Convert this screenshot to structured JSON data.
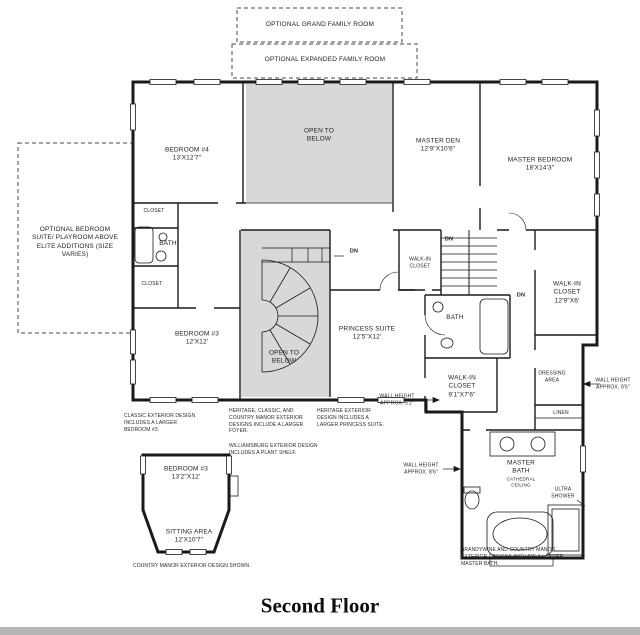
{
  "page": {
    "title": "Second Floor"
  },
  "optional_areas": {
    "grand_family_room": "OPTIONAL GRAND FAMILY ROOM",
    "expanded_family_room": "OPTIONAL EXPANDED FAMILY ROOM",
    "bedroom_suite": "OPTIONAL BEDROOM SUITE/ PLAYROOM ABOVE ELITE ADDITIONS (SIZE VARIES)"
  },
  "rooms": {
    "open_to_below_top": "OPEN TO BELOW",
    "open_to_below_mid": "OPEN TO BELOW",
    "bedroom4": {
      "name": "BEDROOM #4",
      "dims": "13'X12'7\""
    },
    "master_den": {
      "name": "MASTER DEN",
      "dims": "12'9\"X10'6\""
    },
    "master_bedroom": {
      "name": "MASTER BEDROOM",
      "dims": "18'X14'3\""
    },
    "bedroom3": {
      "name": "BEDROOM #3",
      "dims": "12'X12'"
    },
    "princess_suite": {
      "name": "PRINCESS SUITE",
      "dims": "12'5\"X12'"
    },
    "bath_left": "BATH",
    "bath_mid": "BATH",
    "closet_upper": "CLOSET",
    "closet_lower": "CLOSET",
    "walkin_mid": "WALK-IN CLOSET",
    "walkin_right": {
      "name": "WALK-IN CLOSET",
      "dims": "12'9\"X6'"
    },
    "walkin_lower": {
      "name": "WALK-IN CLOSET",
      "dims": "9'1\"X7'6\""
    },
    "dressing_area": "DRESSING AREA",
    "linen": "LINEN",
    "master_bath": {
      "name": "MASTER BATH",
      "ceiling": "CATHEDRAL CEILING"
    },
    "ultra_shower": "ULTRA SHOWER",
    "bedroom3_inset": {
      "name": "BEDROOM #3",
      "dims": "13'2\"X12'"
    },
    "sitting_area": {
      "name": "SITTING AREA",
      "dims": "12'X10'7\""
    }
  },
  "stairs": {
    "dn_upper": "DN",
    "dn_mid": "DN",
    "dn_right": "DN"
  },
  "wall_heights": {
    "h52": "WALL HEIGHT APPROX. 5'2\"",
    "h85": "WALL HEIGHT APPROX. 8'5\"",
    "h86": "WALL HEIGHT APPROX. 8'6\""
  },
  "notes": {
    "classic": "CLASSIC EXTERIOR DESIGN INCLUDES A LARGER BEDROOM #3.",
    "heritage_foyer": "HERITAGE, CLASSIC, AND COUNTRY MANOR EXTERIOR DESIGNS INCLUDE A LARGER FOYER.",
    "williamsburg": "WILLIAMSBURG EXTERIOR DESIGN INCLUDES A PLANT SHELF.",
    "heritage_princess": "HERITAGE EXTERIOR DESIGN INCLUDES A LARGER PRINCESS SUITE.",
    "brandywine": "BRANDYWINE AND COUNTRY MANOR EXTERIOR DESIGNS INCLUDE A LARGER MASTER BATH.",
    "country_manor": "COUNTRY MANOR EXTERIOR DESIGN SHOWN."
  },
  "colors": {
    "open_to_below_fill": "#d8d8d8",
    "wall": "#1a1a1a",
    "footer_bar": "#b5b5b5"
  }
}
